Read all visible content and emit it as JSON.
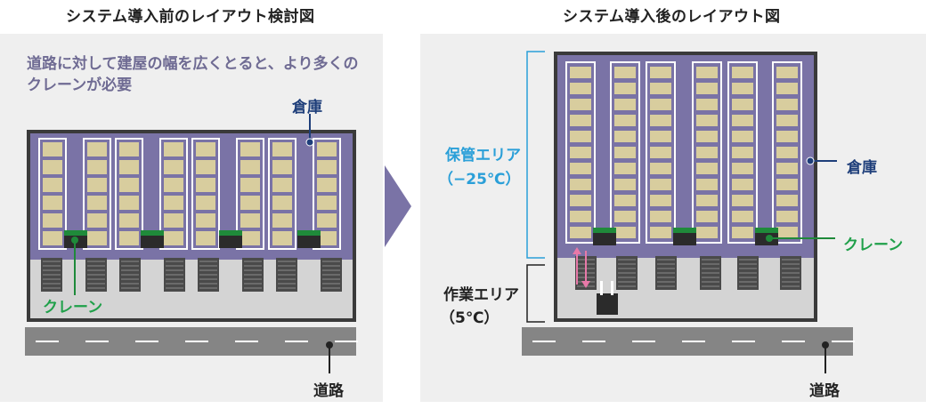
{
  "before": {
    "title": "システム導入前のレイアウト検討図",
    "caption_line1": "道路に対して建屋の幅を広くとると、より多くの",
    "caption_line2": "クレーンが必要",
    "warehouse_label": "倉庫",
    "crane_label": "クレーン",
    "road_label": "道路"
  },
  "after": {
    "title": "システム導入後のレイアウト図",
    "storage_area_label": "保管エリア",
    "storage_area_temp": "（−25℃）",
    "work_area_label": "作業エリア",
    "work_area_temp": "（5℃）",
    "warehouse_label": "倉庫",
    "crane_label": "クレーン",
    "road_label": "道路"
  },
  "colors": {
    "warehouse_fill": "#7a73a6",
    "rack_box": "#d8cd9e",
    "crane": "#2b2b2b",
    "crane_top": "#1f8a3a",
    "storage_bracket": "#2a9fd8",
    "arrow": "#e879a8",
    "road": "#858585"
  }
}
